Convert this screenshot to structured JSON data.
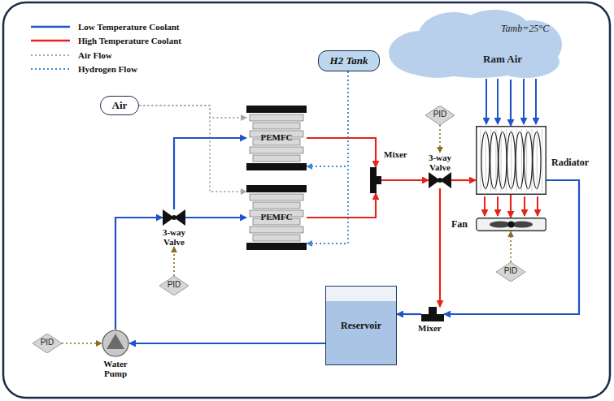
{
  "diagram": {
    "nodes": [
      {
        "text": [
          "Air"
        ]
      },
      {
        "text": [
          "H2 Tank"
        ]
      },
      {
        "text": [
          "PEMFC"
        ]
      },
      {
        "text": [
          "PEMFC"
        ]
      },
      {
        "text": [
          "Mixer"
        ]
      },
      {
        "text": [
          "PID"
        ]
      },
      {
        "text": [
          "3-way Valve"
        ]
      },
      {
        "text": [
          "Tamb=25°C",
          "Ram Air"
        ]
      },
      {
        "text": [
          "Radiator"
        ]
      },
      {
        "text": [
          "Fan"
        ]
      },
      {
        "text": [
          "PID"
        ]
      },
      {
        "text": [
          "Mixer"
        ]
      },
      {
        "text": [
          "Reservoir"
        ]
      },
      {
        "text": [
          "3-way Valve"
        ]
      },
      {
        "text": [
          "PID"
        ]
      },
      {
        "text": [
          "PID"
        ]
      },
      {
        "text": [
          "Water Pump"
        ]
      }
    ],
    "edges": [
      {
        "from": 0,
        "to": 2,
        "arrow": "to"
      },
      {
        "from": 0,
        "to": 3,
        "arrow": "to"
      },
      {
        "from": 1,
        "to": 2,
        "arrow": "to"
      },
      {
        "from": 1,
        "to": 3,
        "arrow": "to"
      },
      {
        "from": 13,
        "to": 2,
        "arrow": "to"
      },
      {
        "from": 13,
        "to": 3,
        "arrow": "to"
      },
      {
        "from": 2,
        "to": 4,
        "arrow": "to"
      },
      {
        "from": 3,
        "to": 4,
        "arrow": "to"
      },
      {
        "from": 4,
        "to": 6,
        "arrow": "to"
      },
      {
        "from": 6,
        "to": 8,
        "arrow": "to"
      },
      {
        "from": 6,
        "to": 11,
        "arrow": "to"
      },
      {
        "from": 8,
        "to": 11,
        "arrow": "to"
      },
      {
        "from": 11,
        "to": 12,
        "arrow": "to"
      },
      {
        "from": 12,
        "to": 16,
        "arrow": "to"
      },
      {
        "from": 16,
        "to": 13,
        "arrow": "to"
      },
      {
        "from": 5,
        "to": 6,
        "arrow": "to"
      },
      {
        "from": 14,
        "to": 13,
        "arrow": "to"
      },
      {
        "from": 15,
        "to": 16,
        "arrow": "to"
      },
      {
        "from": 10,
        "to": 9,
        "arrow": "to"
      },
      {
        "from": 7,
        "to": 8,
        "arrow": "to"
      },
      {
        "from": 8,
        "to": 9,
        "arrow": "to"
      }
    ],
    "legend": [
      {
        "text": "Low Temperature Coolant"
      },
      {
        "text": "High Temperature Coolant"
      },
      {
        "text": "Air Flow"
      },
      {
        "text": "Hydrogen Flow"
      }
    ]
  }
}
